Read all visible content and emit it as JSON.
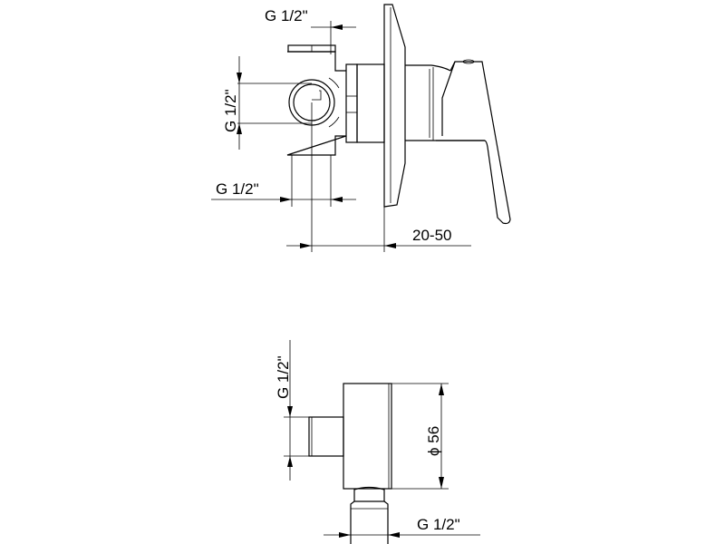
{
  "top_view": {
    "dim_top": "G 1/2\"",
    "dim_left": "G 1/2\"",
    "dim_bottom": "G 1/2\"",
    "dim_depth": "20-50"
  },
  "bottom_view": {
    "dim_left": "G 1/2\"",
    "dim_diameter": "ϕ 56",
    "dim_bottom": "G 1/2\""
  }
}
